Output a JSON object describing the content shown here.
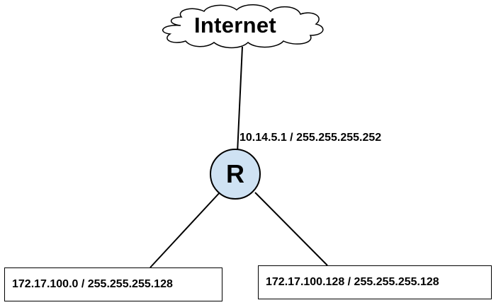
{
  "diagram": {
    "cloud": {
      "label": "Internet",
      "icon": "cloud-icon"
    },
    "router": {
      "label": "R",
      "fill_color": "#cfe2f3",
      "icon": "router-icon"
    },
    "wan_link": {
      "label": "10.14.5.1 / 255.255.255.252"
    },
    "subnets": [
      {
        "label": "172.17.100.0 / 255.255.255.128"
      },
      {
        "label": "172.17.100.128 / 255.255.255.128"
      }
    ]
  }
}
